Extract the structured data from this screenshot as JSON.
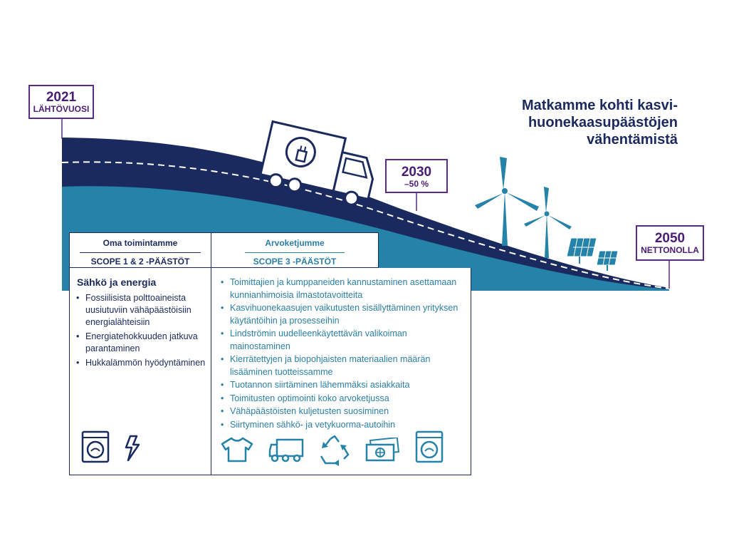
{
  "title": "Matkamme kohti kasvi-huonekaasupäästöjen vähentämistä",
  "title_lines": [
    "Matkamme kohti kasvi-",
    "huonekaasupäästöjen",
    "vähentämistä"
  ],
  "milestones": {
    "m2021": {
      "year": "2021",
      "label": "LÄHTÖVUOSI"
    },
    "m2030": {
      "year": "2030",
      "label": "–50 %"
    },
    "m2050": {
      "year": "2050",
      "label": "NETTONOLLA"
    }
  },
  "own": {
    "heading": "Oma toimintamme",
    "scope": "SCOPE 1 & 2 -PÄÄSTÖT",
    "section_title": "Sähkö ja energia",
    "items": [
      "Fossiilisista polttoaineista uusiutuviin vähäpäästöisiin energialähteisiin",
      "Energiatehokkuuden jatkuva parantaminen",
      "Hukkalämmön hyödyntäminen"
    ],
    "icons": [
      "washing-machine-icon",
      "lightning-bolt-icon"
    ]
  },
  "value_chain": {
    "heading": "Arvoketjumme",
    "scope": "SCOPE 3 -PÄÄSTÖT",
    "items": [
      "Toimittajien ja kumppaneiden kannustaminen asettamaan kunnianhimoisia ilmastotavoitteita",
      "Kasvihuonekaasujen vaikutusten sisällyttäminen yrityksen käytäntöihin ja prosesseihin",
      "Lindströmin uudelleenkäytettävän valikoiman mainostaminen",
      "Kierrätettyjen ja biopohjaisten materiaalien määrän lisääminen tuotteissamme",
      "Tuotannon siirtäminen lähemmäksi asiakkaita",
      "Toimitusten optimointi koko arvoketjussa",
      "Vähäpäästöisten kuljetusten suosiminen",
      "Siirtyminen sähkö- ja vetykuorma-autoihin"
    ],
    "icons": [
      "t-shirt-icon",
      "delivery-truck-icon",
      "recycle-icon",
      "banknote-icon",
      "washing-machine-icon"
    ]
  },
  "colors": {
    "navy": "#1b2a5e",
    "teal": "#2582a8",
    "purple": "#5b2a86",
    "accent_text": "#2b7fa6"
  }
}
